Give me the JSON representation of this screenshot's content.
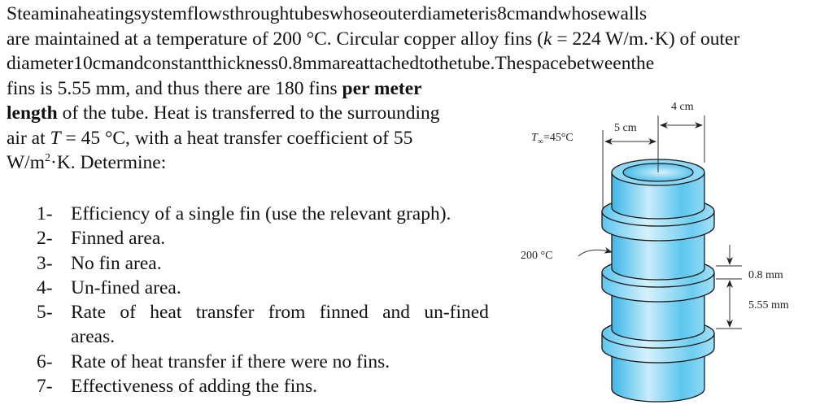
{
  "problem": {
    "lines": [
      [
        "Steam",
        "in",
        "a",
        "heating",
        "system",
        "flows",
        "through",
        "tubes",
        "whose",
        "outer",
        "diameter",
        "is",
        "8",
        "cm",
        "and",
        "whose",
        "walls"
      ],
      [
        "are",
        "maintained",
        "at",
        "a",
        "temperature",
        "of 200",
        "°C.",
        "Circular",
        "copper",
        "alloy",
        "fins",
        "(k = 224",
        "W/m.·K)",
        "of outer"
      ],
      [
        "diameter",
        "10",
        "cm",
        "and",
        "constant",
        "thickness",
        "0.8",
        "mm",
        "are",
        "attached",
        "to",
        "the",
        "tube.",
        "The",
        "space",
        "between",
        "the"
      ],
      "fins is 5.55 mm, and thus there are 180 fins",
      "of the tube. Heat is transferred to the surrounding",
      [
        "air",
        "at",
        "T",
        "=",
        "45",
        "°C,",
        "with",
        "a",
        "heat",
        "transfer",
        "coefficient",
        "of",
        "55"
      ],
      "W/m",
      "·K. Determine:"
    ],
    "bold_per_meter": "per meter",
    "bold_length": "length",
    "sup_2": "2",
    "k_var": "k",
    "k_rest": " = 224 W/m.·K)"
  },
  "questions": [
    {
      "num": "1-",
      "text": "Efficiency of a single fin (use the relevant graph)."
    },
    {
      "num": "2-",
      "text": "Finned area."
    },
    {
      "num": "3-",
      "text": "No fin area."
    },
    {
      "num": "4-",
      "text": "Un-fined area."
    },
    {
      "num": "5-",
      "text": "Rate of heat transfer from finned and un-fined",
      "continuation": "areas."
    },
    {
      "num": "6-",
      "text": "Rate of heat transfer if there were no fins."
    },
    {
      "num": "7-",
      "text": "Effectiveness of adding the fins."
    }
  ],
  "figure": {
    "t_inf_label": "T∞ = 45°C",
    "t_inf_var": "T",
    "t_inf_sub": "∞",
    "t_inf_value": "=45°C",
    "outer_radius_label": "5 cm",
    "tube_radius_label": "4 cm",
    "wall_temp_label": "200 °C",
    "fin_thickness_label": "0.8 mm",
    "fin_spacing_label": "5.55 mm",
    "colors": {
      "tube_light": "#c9ecfb",
      "tube_mid": "#7fd2f2",
      "tube_dark": "#3bb7e6",
      "outline": "#1a1a1a"
    }
  }
}
